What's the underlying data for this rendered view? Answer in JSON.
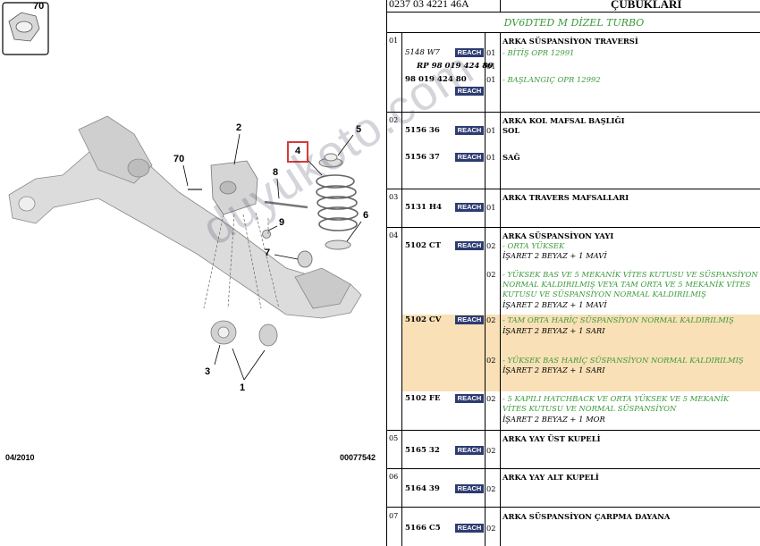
{
  "diagram": {
    "callouts": [
      "70",
      "2",
      "8",
      "4",
      "5",
      "6",
      "9",
      "7",
      "3",
      "1"
    ],
    "date": "04/2010",
    "code": "00077542"
  },
  "watermark": "duyukoto.com",
  "header": {
    "ref": "0237 03 4221 46A",
    "title": "ÇUBUKLARI",
    "engine": "DV6DTED M DİZEL TURBO"
  },
  "sections": [
    {
      "num": "01",
      "title": "ARKA SÜSPANSİYON TRAVERSİ"
    },
    {
      "num": "02",
      "title": "ARKA KOL MAFSAL BAŞLIĞI"
    },
    {
      "num": "03",
      "title": "ARKA TRAVERS MAFSALLARI"
    },
    {
      "num": "04",
      "title": "ARKA SÜSPANSİYON YAYI"
    },
    {
      "num": "05",
      "title": "ARKA YAY ÜST KUPELİ"
    },
    {
      "num": "06",
      "title": "ARKA YAY ALT KUPELİ"
    },
    {
      "num": "07",
      "title": "ARKA SÜSPANSİYON ÇARPMA DAYANA"
    }
  ],
  "reach": "REACH",
  "parts": {
    "p5148w7": "5148 W7",
    "prp": "RP 98 019 424 80",
    "p98": "98 019 424 80",
    "p515636": "5156 36",
    "p515637": "5156 37",
    "p5131h4": "5131 H4",
    "p5102ct": "5102 CT",
    "p5102cv": "5102 CV",
    "p5102fe": "5102 FE",
    "p516532": "5165 32",
    "p516439": "5164 39",
    "p5166c5": "5166 C5"
  },
  "qty": "01",
  "qty2": "02",
  "texts": {
    "bitis": "- BİTİŞ OPR 12991",
    "baslangic": "- BAŞLANGIÇ OPR 12992",
    "sol": "SOL",
    "sag": "SAĞ",
    "orta_yuksek": "- ORTA YÜKSEK",
    "isaret_mavi": "İŞARET 2 BEYAZ + 1 MAVİ",
    "yuksek_bas_1": "- YÜKSEK BAS VE 5 MEKANİK VİTES KUTUSU VE SÜSPANSİYON",
    "yuksek_bas_2": "NORMAL KALDIRILMIŞ VEYA TAM ORTA VE 5 MEKANİK VİTES",
    "yuksek_bas_3": "KUTUSU VE SÜSPANSİYON NORMAL KALDIRILMIŞ",
    "tam_orta": "- TAM ORTA HARİÇ SÜSPANSİYON NORMAL KALDIRILMIŞ",
    "isaret_sari": "İŞARET 2 BEYAZ + 1 SARI",
    "yuksek_bas_haric": "- YÜKSEK BAS HARİÇ SÜSPANSİYON NORMAL KALDIRILMIŞ",
    "hatchback_1": "- 5 KAPILI HATCHBACK VE ORTA YÜKSEK VE 5 MEKANİK",
    "hatchback_2": "VİTES KUTUSU VE NORMAL SÜSPANSİYON",
    "isaret_mor": "İŞARET 2 BEYAZ + 1 MOR"
  },
  "colors": {
    "reach_bg": "#2d3b71",
    "green": "#3a9a3a",
    "highlight": "#f9e0b6",
    "callout_box": "#d83a3a"
  }
}
